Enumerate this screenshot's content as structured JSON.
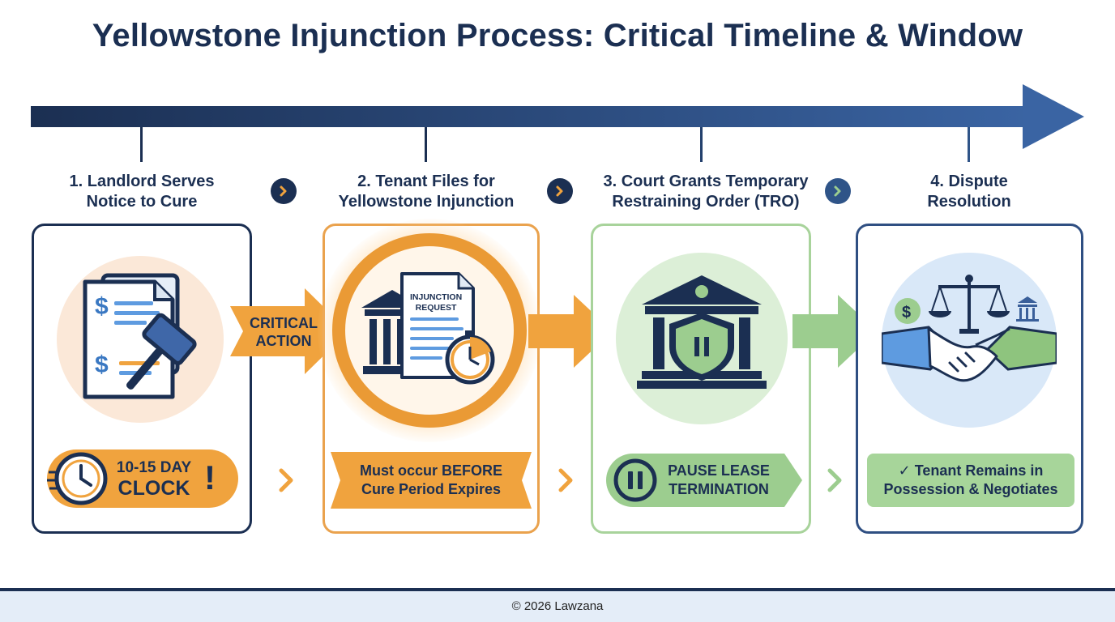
{
  "title": "Yellowstone Injunction Process: Critical Timeline & Window",
  "steps": [
    {
      "heading_line1": "1. Landlord Serves",
      "heading_line2": "Notice to Cure",
      "badge_line1": "10-15 DAY",
      "badge_line2": "CLOCK",
      "badge_mark": "!"
    },
    {
      "heading_line1": "2. Tenant Files for",
      "heading_line2": "Yellowstone Injunction",
      "doc_line1": "INJUNCTION",
      "doc_line2": "REQUEST",
      "banner_line1": "Must occur BEFORE",
      "banner_line2": "Cure Period Expires"
    },
    {
      "heading_line1": "3. Court Grants Temporary",
      "heading_line2": "Restraining Order (TRO)",
      "badge_line1": "PAUSE LEASE",
      "badge_line2": "TERMINATION"
    },
    {
      "heading_line1": "4. Dispute",
      "heading_line2": "Resolution",
      "badge_check": "✓",
      "badge_line1": "Tenant Remains in",
      "badge_line2": "Possession & Negotiates"
    }
  ],
  "critical_arrow": {
    "line1": "CRITICAL",
    "line2": "ACTION"
  },
  "footer": "© 2026 Lawzana",
  "colors": {
    "navy": "#1b2f52",
    "orange": "#f0a33e",
    "green": "#9ccd8f",
    "blue": "#3a5f9a"
  }
}
